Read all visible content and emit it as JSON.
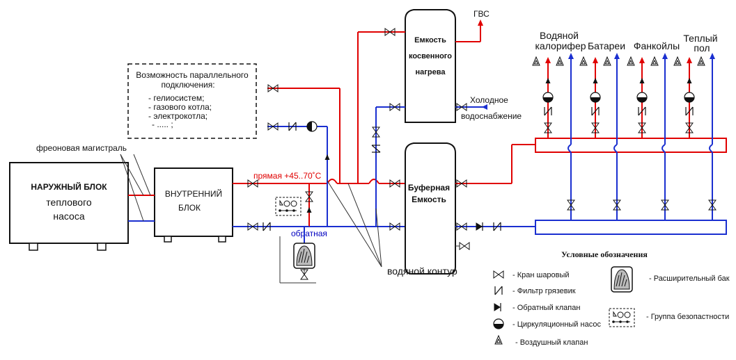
{
  "labels": {
    "outdoor_unit_line1": "НАРУЖНЫЙ БЛОК",
    "outdoor_unit_line2": "теплового",
    "outdoor_unit_line3": "насоса",
    "indoor_unit_line1": "ВНУТРЕННИЙ",
    "indoor_unit_line2": "БЛОК",
    "freon_line": "фреоновая магистраль",
    "supply": "прямая +45..70˚С",
    "return": "обратная",
    "water_circuit": "водяной контур",
    "indirect_tank_line1": "Емкость",
    "indirect_tank_line2": "косвенного",
    "indirect_tank_line3": "нагрева",
    "buffer_tank_line1": "Буферная",
    "buffer_tank_line2": "Емкость",
    "dhw": "ГВС",
    "cold_water_line1": "Холодное",
    "cold_water_line2": "водоснабжение",
    "parallel_title_line1": "Возможность параллельного",
    "parallel_title_line2": "подключения:",
    "parallel_item1": "- гелиосистем;",
    "parallel_item2": "- газового котла;",
    "parallel_item3": "- электрокотла;",
    "parallel_item4": "- ..... ;",
    "consumer1_line1": "Водяной",
    "consumer1_line2": "калорифер",
    "consumer2": "Батареи",
    "consumer3": "Фанкойлы",
    "consumer4_line1": "Теплый",
    "consumer4_line2": "пол"
  },
  "legend": {
    "title": "Условные обозначения",
    "items": [
      "- Кран шаровый",
      "- Фильтр грязевик",
      "- Обратный клапан",
      "- Циркуляционный насос",
      "- Воздушный клапан",
      "- Расширительный бак",
      "- Группа безопастности"
    ]
  },
  "colors": {
    "hot": "#e00000",
    "cold": "#1a2fd0",
    "line": "#111111"
  }
}
